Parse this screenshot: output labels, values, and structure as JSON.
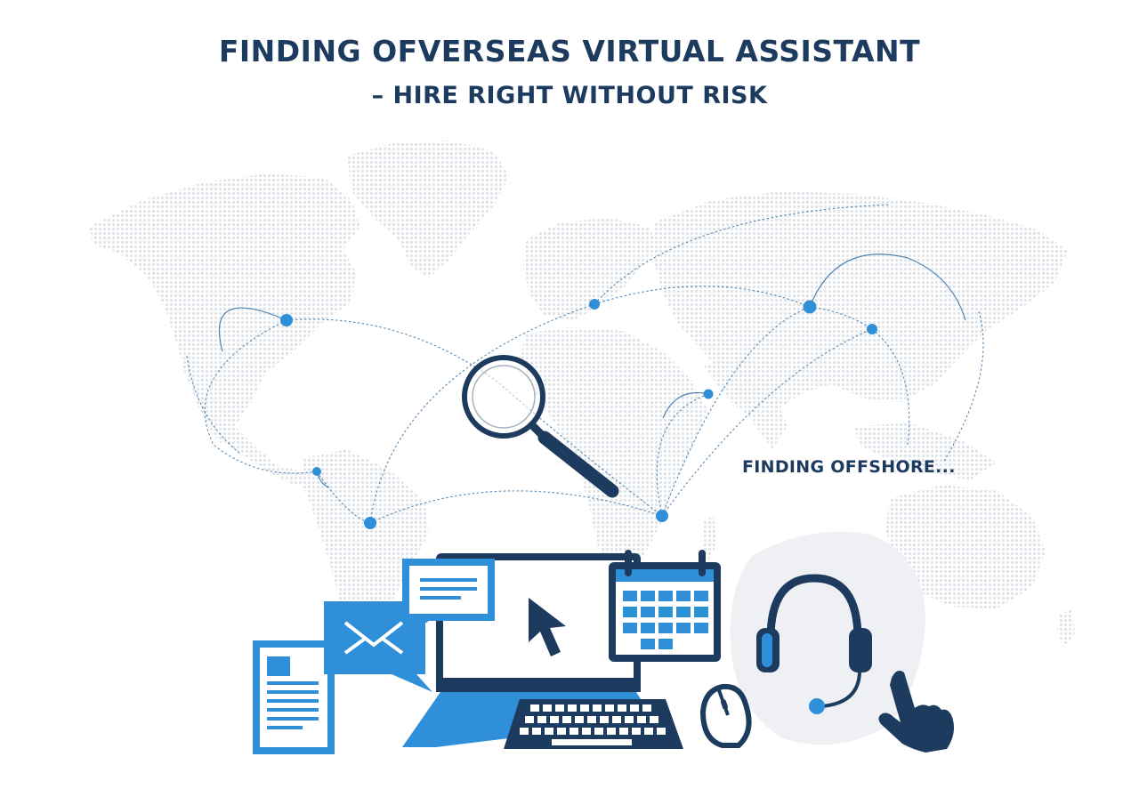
{
  "heading": {
    "line1": "FINDING OFVERSEAS VIRTUAL ASSISTANT",
    "line2": "– HIRE RIGHT WITHOUT RISK"
  },
  "search_status": {
    "label": "FINDING OFFSHORE..."
  },
  "icons": {
    "world_map": "world-map",
    "location_pin": "location-dot",
    "connection_line": "dashed-arc",
    "search": "magnifying-glass-icon",
    "desktop": "desktop-monitor-icon",
    "cursor": "mouse-pointer-icon",
    "chat": "chat-bubble-icon",
    "mail": "envelope-icon",
    "document": "document-icon",
    "calendar": "calendar-icon",
    "keyboard": "keyboard-icon",
    "mouse": "computer-mouse-icon",
    "headset": "headset-icon",
    "hand": "pointing-hand-icon"
  },
  "colors": {
    "navy": "#1d3a5f",
    "accent_blue": "#2f8fd8",
    "light_blue": "#4aa3e6",
    "map_gray": "#e3e6ea",
    "halo_gray": "#eef0f3"
  }
}
